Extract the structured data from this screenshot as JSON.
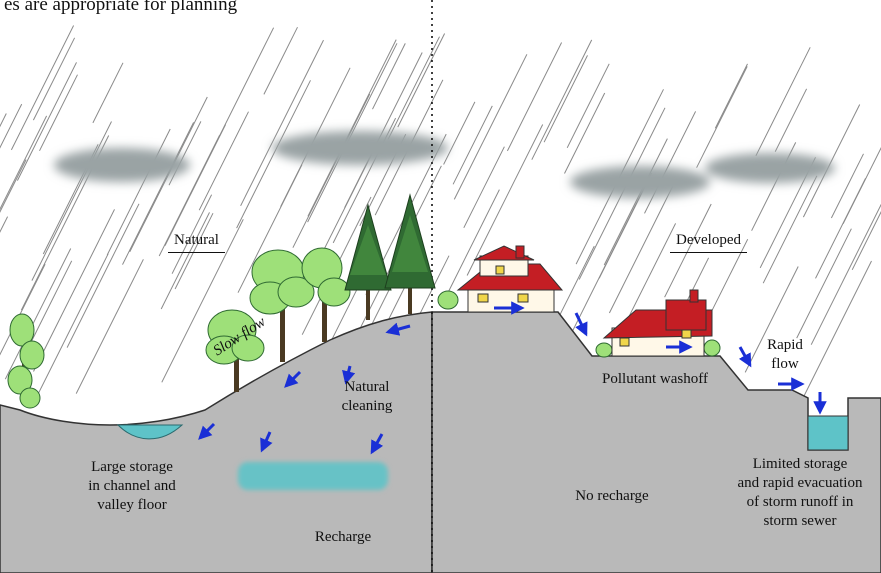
{
  "top_text": "es are appropriate for planning",
  "labels": {
    "natural": "Natural",
    "developed": "Developed",
    "slow_flow": "Slow flow",
    "natural_cleaning": "Natural\ncleaning",
    "large_storage": "Large storage\nin channel and\nvalley floor",
    "recharge": "Recharge",
    "no_recharge": "No recharge",
    "pollutant_washoff": "Pollutant washoff",
    "rapid_flow": "Rapid\nflow",
    "limited_storage": "Limited storage\nand rapid evacuation\nof storm runoff in\nstorm sewer"
  },
  "colors": {
    "ground": "#b9b9b9",
    "water": "#5ec3c8",
    "arrow": "#1a2fd6",
    "roof": "#c41e24",
    "tree_light": "#9ee079",
    "tree_dark": "#2f6a32",
    "cloud": "#9aa3a4"
  }
}
